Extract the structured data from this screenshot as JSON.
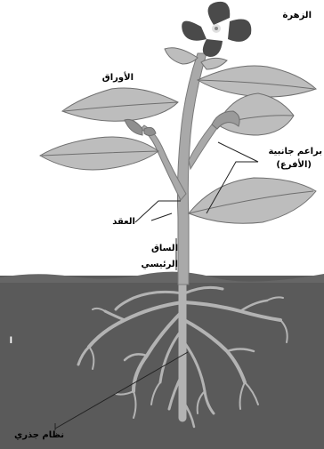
{
  "labels": {
    "flower": "الزهرة",
    "leaves": "الأوراق",
    "lateral_buds_line1": "براعم جانبية",
    "lateral_buds_line2": "(الأفرع)",
    "nodes": "العقد",
    "main_stem_line1": "الساق",
    "main_stem_line2": "الرئيسي",
    "root_system": "نظام جذري",
    "stray_mark": "ا"
  },
  "colors": {
    "soil": "#5a5a5a",
    "stem": "#a9a9a9",
    "leaf": "#bdbdbd",
    "vein": "#6f6f6f",
    "flower": "#4a4a4a",
    "roots": "#b3b3b3",
    "line": "#222222"
  }
}
